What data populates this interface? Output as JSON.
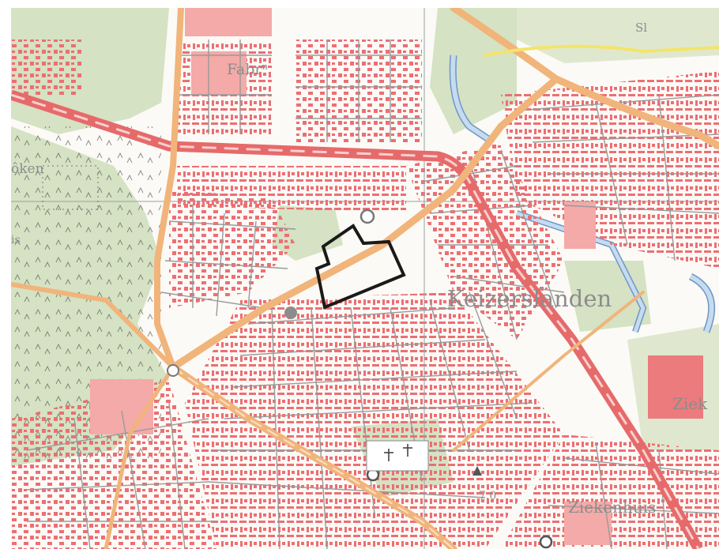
{
  "map": {
    "labels": {
      "fabr": "Fabrⁿ",
      "oken": "ôken",
      "keizerslanden": "Keizerslanden",
      "zieken": "Ziek",
      "ziekenhuis": "Ziekenhuis",
      "sl": "Sl",
      "spot_height": "7.0",
      "is": "is"
    },
    "colors": {
      "paper": "#fbfaf6",
      "building": "#ec6f73",
      "building_light": "#f4aaa8",
      "green": "#d5e2c3",
      "water": "#c6dbef",
      "water_edge": "#6f96c6",
      "major_road": "#f1b47a",
      "main_street": "#e66a6a",
      "streets": "#9a9a9a",
      "outline": "#1a1a1a",
      "grid": "#9aa0a6"
    },
    "icons": [
      "roundabout-icon",
      "church-icon",
      "cross-icon",
      "outline-marker"
    ]
  }
}
